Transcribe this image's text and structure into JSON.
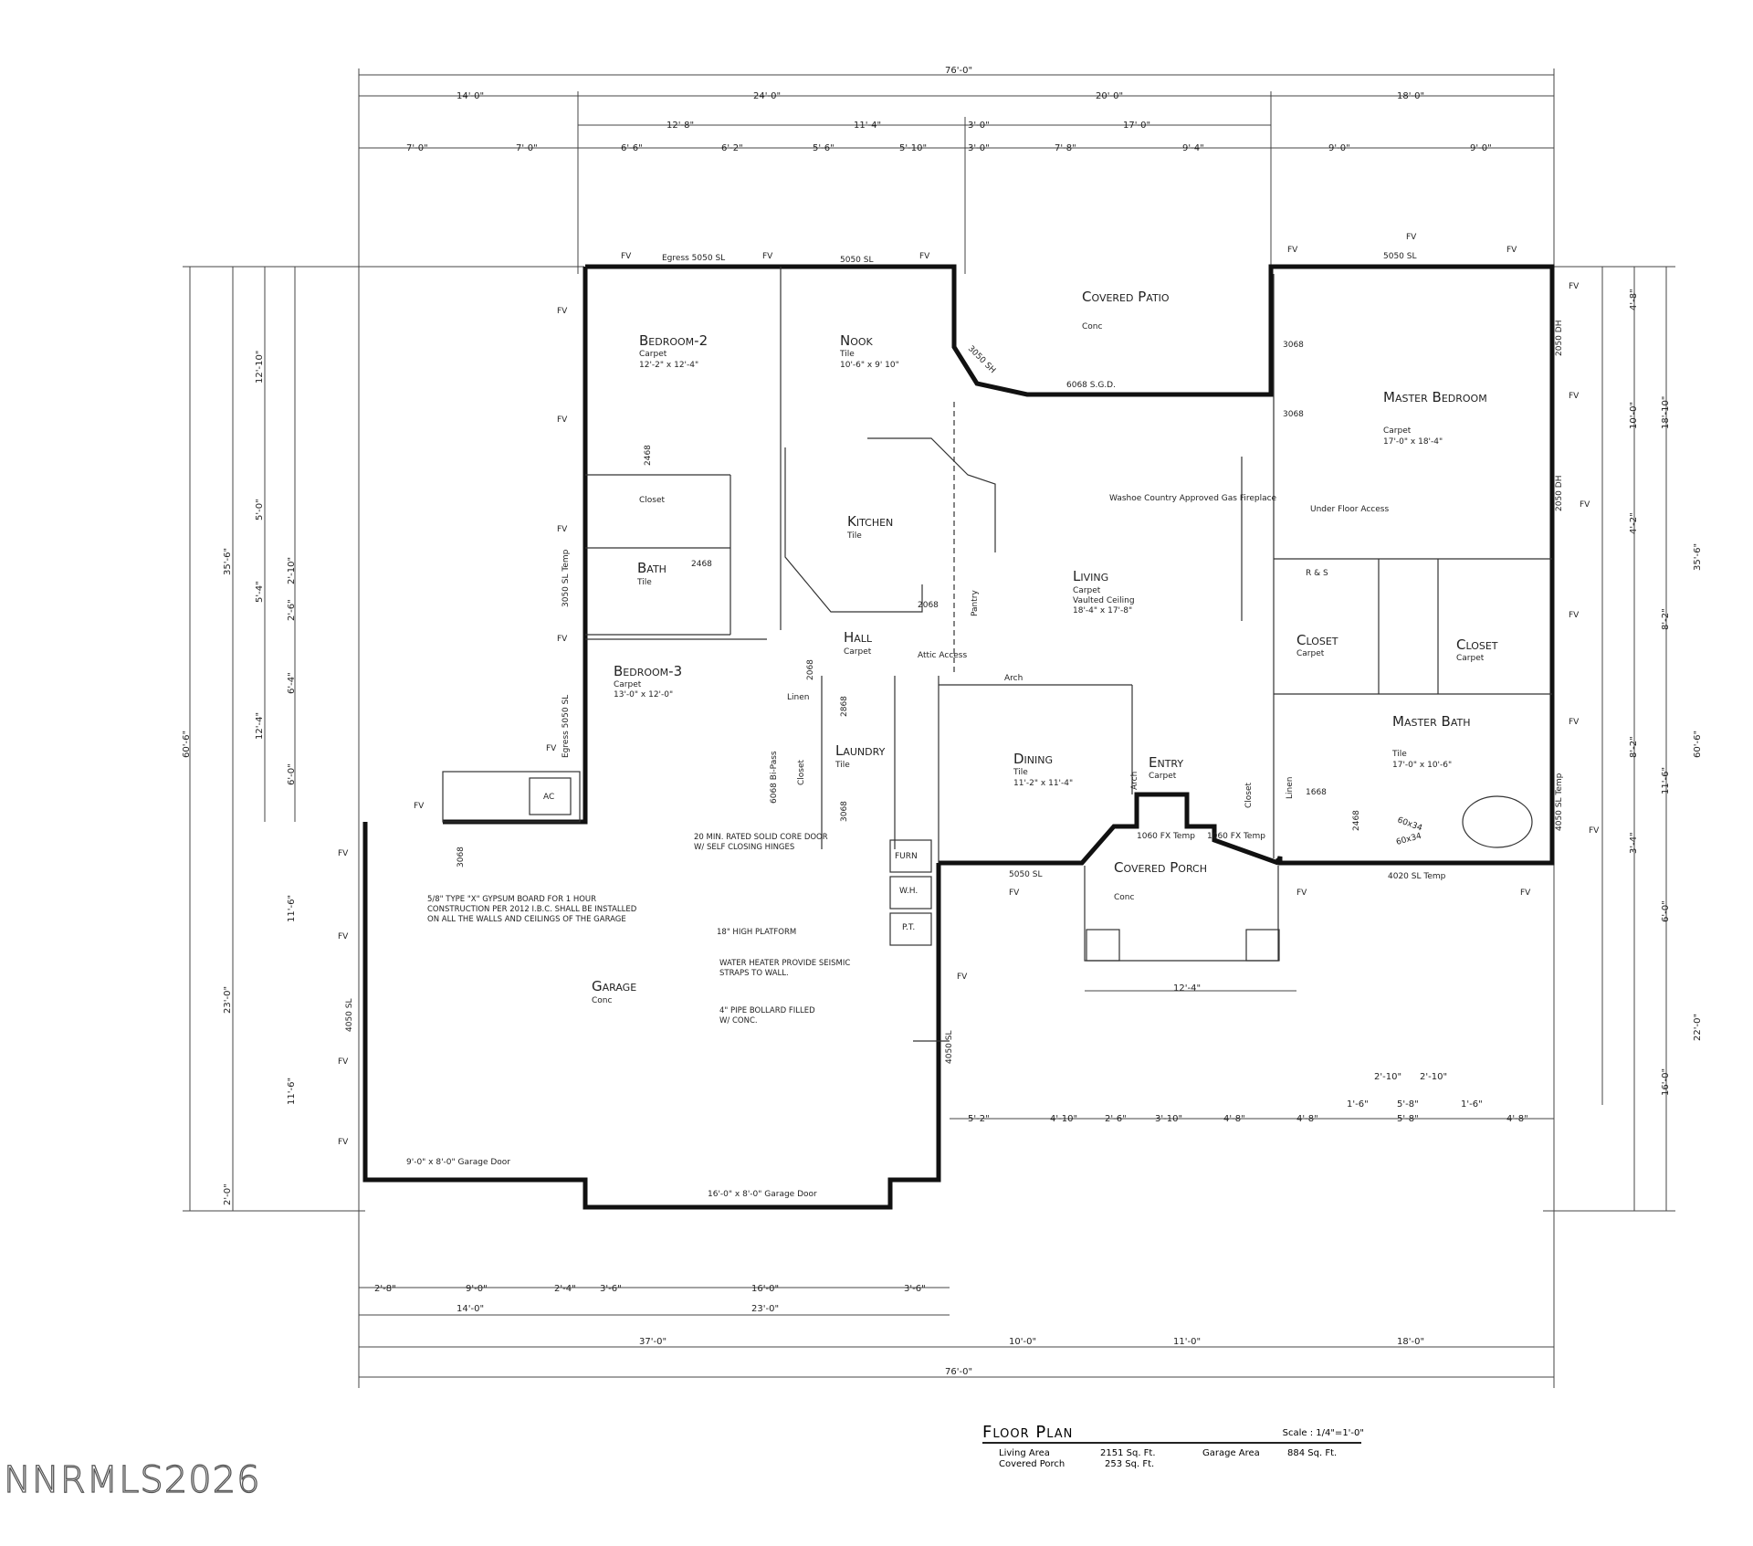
{
  "plan": {
    "overall_width": "76'-0\"",
    "top_dims_row1": [
      "14'-0\"",
      "24'-0\"",
      "20'-0\"",
      "18'-0\""
    ],
    "top_dims_row2": [
      "12'-8\"",
      "11'-4\"",
      "3'-0\"",
      "17'-0\""
    ],
    "top_dims_row3": [
      "7'-0\"",
      "7'-0\"",
      "6'-6\"",
      "6'-2\"",
      "5'-6\"",
      "5'-10\"",
      "3'-0\"",
      "7'-8\"",
      "9'-4\"",
      "9'-0\"",
      "9'-0\""
    ],
    "bottom_dims_row1": [
      "2'-8\"",
      "9'-0\"",
      "2'-4\"",
      "3'-6\"",
      "16'-0\"",
      "3'-6\""
    ],
    "bottom_dims_row2": [
      "14'-0\"",
      "23'-0\""
    ],
    "bottom_dims_row3": [
      "37'-0\"",
      "10'-0\"",
      "11'-0\"",
      "18'-0\""
    ],
    "bottom_overall": "76'-0\"",
    "left_dims": [
      "12'-10\"",
      "5'-0\"",
      "2'-10\"",
      "5'-4\"",
      "2'-6\"",
      "6'-4\"",
      "12'-4\"",
      "6'-0\"",
      "35'-6\"",
      "60'-6\"",
      "11'-6\"",
      "23'-0\"",
      "11'-6\"",
      "2'-0\""
    ],
    "right_dims": [
      "4'-8\"",
      "10'-0\"",
      "18'-10\"",
      "4'-2\"",
      "35'-6\"",
      "8'-2\"",
      "8'-2\"",
      "60'-6\"",
      "11'-6\"",
      "3'-4\"",
      "6'-0\"",
      "22'-0\"",
      "16'-0\""
    ],
    "porch_dims": [
      "12'-4\"",
      "2'-10\"",
      "2'-10\"",
      "1'-6\"",
      "5'-8\"",
      "1'-6\"",
      "5'-2\"",
      "4'-10\"",
      "2'-6\"",
      "3'-10\"",
      "4'-8\"",
      "4'-8\"",
      "5'-8\"",
      "4'-8\""
    ],
    "rooms": [
      {
        "name": "Bedroom-2",
        "finish": "Carpet",
        "size": "12'-2\" x 12'-4\""
      },
      {
        "name": "Nook",
        "finish": "Tile",
        "size": "10'-6\" x 9' 10\""
      },
      {
        "name": "Covered Patio",
        "finish": "Conc",
        "size": ""
      },
      {
        "name": "Master Bedroom",
        "finish": "Carpet",
        "size": "17'-0\" x 18'-4\""
      },
      {
        "name": "Kitchen",
        "finish": "Tile",
        "size": ""
      },
      {
        "name": "Bath",
        "finish": "Tile",
        "size": ""
      },
      {
        "name": "Living",
        "finish": "Carpet",
        "size": "Vaulted Ceiling",
        "extra": "18'-4\" x 17'-8\""
      },
      {
        "name": "Bedroom-3",
        "finish": "Carpet",
        "size": "13'-0\" x 12'-0\""
      },
      {
        "name": "Hall",
        "finish": "Carpet",
        "size": ""
      },
      {
        "name": "Laundry",
        "finish": "Tile",
        "size": ""
      },
      {
        "name": "Dining",
        "finish": "Tile",
        "size": "11'-2\" x 11'-4\""
      },
      {
        "name": "Entry",
        "finish": "Carpet",
        "size": ""
      },
      {
        "name": "Closet",
        "finish": "Carpet",
        "size": ""
      },
      {
        "name": "Closet",
        "finish": "Carpet",
        "size": ""
      },
      {
        "name": "Master Bath",
        "finish": "Tile",
        "size": "17'-0\" x 10'-6\""
      },
      {
        "name": "Covered Porch",
        "finish": "Conc",
        "size": ""
      },
      {
        "name": "Garage",
        "finish": "Conc",
        "size": ""
      }
    ],
    "labels": {
      "closet_b2": "Closet",
      "rs": "R & S",
      "linen": "Linen",
      "linen2": "Linen",
      "pantry": "Pantry",
      "closet_small": "Closet",
      "closet_bipass": "Closet",
      "bipass": "6068 Bi-Pass",
      "ac": "AC",
      "furn": "FURN",
      "wh": "W.H.",
      "pt": "P.T.",
      "arch": "Arch",
      "arch2": "Arch",
      "attic": "Attic Access",
      "underfloor": "Under Floor Access",
      "fireplace": "Washoe Country Approved Gas Fireplace",
      "egress_top": "Egress 5050 SL",
      "egress_left": "Egress 5050 SL",
      "win_5050": "5050 SL",
      "win_5050b": "5050 SL",
      "win_5050c": "5050 SL",
      "win_6068": "6068 S.G.D.",
      "win_3050": "3050 SH",
      "win_2050a": "2050 DH",
      "win_2050b": "2050 DH",
      "win_4050a": "4050 SL",
      "win_4050b": "4050 SL",
      "win_4050temp": "4050 SL Temp",
      "win_3050temp": "3050 SL Temp",
      "win_4020": "4020 SL Temp",
      "win_1060a": "1060 FX Temp",
      "win_1060b": "1060 FX Temp",
      "door_3068a": "3068",
      "door_3068b": "3068",
      "door_3068c": "3068",
      "door_3068d": "3068",
      "door_2468a": "2468",
      "door_2468b": "2468",
      "door_2068": "2068",
      "door_2068b": "2068",
      "door_2868": "2868",
      "door_2468c": "2468",
      "door_1668": "1668",
      "garage_door_small": "9'-0\" x 8'-0\" Garage Door",
      "garage_door_large": "16'-0\" x 8'-0\" Garage Door",
      "fv": "FV",
      "shower": "60x34",
      "shower2": "60x34"
    },
    "notes": [
      "5/8\" Type \"X\" Gypsum Board for 1 Hour Construction per 2012 I.B.C. Shall be installed on all the walls and ceilings of the garage",
      "18\" High Platform",
      "Water Heater Provide Seismic Straps to Wall.",
      "4\" Pipe Bollard Filled w/ Conc.",
      "20 Min. Rated Solid Core Door w/ Self Closing Hinges"
    ]
  },
  "title_block": {
    "title": "Floor Plan",
    "scale": "Scale : 1/4\"=1'-0\"",
    "living_label": "Living Area",
    "living_value": "2151 Sq. Ft.",
    "porch_label": "Covered Porch",
    "porch_value": "253 Sq. Ft.",
    "garage_label": "Garage Area",
    "garage_value": "884 Sq. Ft."
  },
  "watermark": "NNRMLS2026"
}
